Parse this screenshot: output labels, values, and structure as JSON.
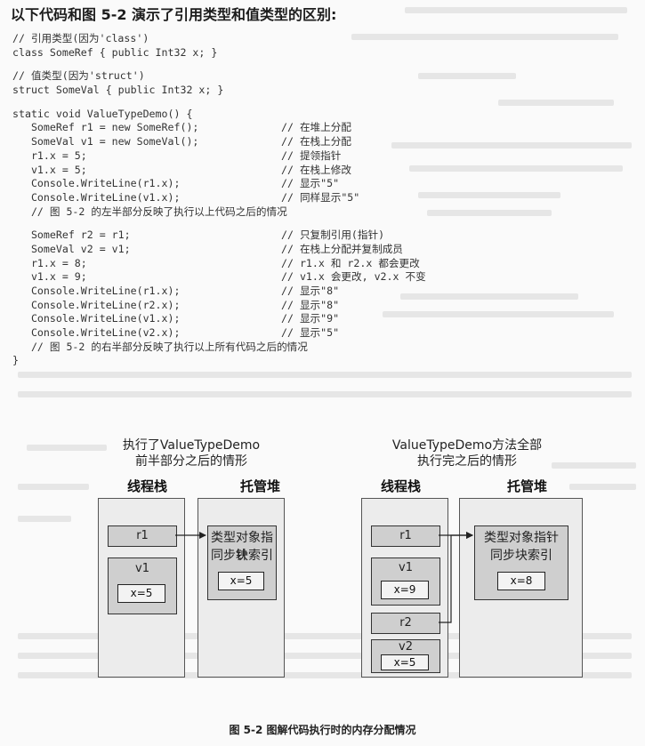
{
  "intro": "以下代码和图 5-2 演示了引用类型和值类型的区别:",
  "code": [
    {
      "c": "// 引用类型(因为'class')",
      "m": ""
    },
    {
      "c": "class SomeRef { public Int32 x; }",
      "m": ""
    },
    {
      "c": "",
      "m": ""
    },
    {
      "c": "// 值类型(因为'struct')",
      "m": ""
    },
    {
      "c": "struct SomeVal { public Int32 x; }",
      "m": ""
    },
    {
      "c": "",
      "m": ""
    },
    {
      "c": "static void ValueTypeDemo() {",
      "m": ""
    },
    {
      "c": "   SomeRef r1 = new SomeRef();",
      "m": "// 在堆上分配"
    },
    {
      "c": "   SomeVal v1 = new SomeVal();",
      "m": "// 在栈上分配"
    },
    {
      "c": "   r1.x = 5;",
      "m": "// 提领指针"
    },
    {
      "c": "   v1.x = 5;",
      "m": "// 在栈上修改"
    },
    {
      "c": "   Console.WriteLine(r1.x);",
      "m": "// 显示\"5\""
    },
    {
      "c": "   Console.WriteLine(v1.x);",
      "m": "// 同样显示\"5\""
    },
    {
      "c": "   // 图 5-2 的左半部分反映了执行以上代码之后的情况",
      "m": ""
    },
    {
      "c": "",
      "m": ""
    },
    {
      "c": "   SomeRef r2 = r1;",
      "m": "// 只复制引用(指针)"
    },
    {
      "c": "   SomeVal v2 = v1;",
      "m": "// 在栈上分配并复制成员"
    },
    {
      "c": "   r1.x = 8;",
      "m": "// r1.x 和 r2.x 都会更改"
    },
    {
      "c": "   v1.x = 9;",
      "m": "// v1.x 会更改, v2.x 不变"
    },
    {
      "c": "   Console.WriteLine(r1.x);",
      "m": "// 显示\"8\""
    },
    {
      "c": "   Console.WriteLine(r2.x);",
      "m": "// 显示\"8\""
    },
    {
      "c": "   Console.WriteLine(v1.x);",
      "m": "// 显示\"9\""
    },
    {
      "c": "   Console.WriteLine(v2.x);",
      "m": "// 显示\"5\""
    },
    {
      "c": "   // 图 5-2 的右半部分反映了执行以上所有代码之后的情况",
      "m": ""
    },
    {
      "c": "}",
      "m": ""
    }
  ],
  "figure": {
    "left": {
      "title1": "执行了ValueTypeDemo",
      "title2": "前半部分之后的情形",
      "stack_label": "线程栈",
      "heap_label": "托管堆",
      "r1": "r1",
      "v1": "v1",
      "v1_x": "x=5",
      "obj_line1": "类型对象指针",
      "obj_line2": "同步块索引",
      "obj_x": "x=5"
    },
    "right": {
      "title1": "ValueTypeDemo方法全部",
      "title2": "执行完之后的情形",
      "stack_label": "线程栈",
      "heap_label": "托管堆",
      "r1": "r1",
      "v1": "v1",
      "v1_x": "x=9",
      "r2": "r2",
      "v2": "v2",
      "v2_x": "x=5",
      "obj_line1": "类型对象指针",
      "obj_line2": "同步块索引",
      "obj_x": "x=8"
    }
  },
  "caption": "图 5-2   图解代码执行时的内存分配情况"
}
